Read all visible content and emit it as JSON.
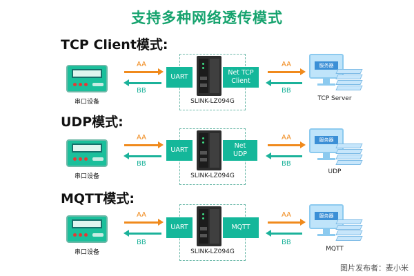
{
  "title": "支持多种网络透传模式",
  "sections": [
    {
      "mode": "TCP Client模式:",
      "device_label": "串口设备",
      "arrow_forward": "AA",
      "arrow_back": "BB",
      "left_tag": "UART",
      "gateway_label": "SLINK-LZ094G",
      "right_tag": "Net TCP Client",
      "right_arrow_forward": "AA",
      "right_arrow_back": "BB",
      "server_tag": "服务器",
      "server_label": "TCP Server"
    },
    {
      "mode": "UDP模式:",
      "device_label": "串口设备",
      "arrow_forward": "AA",
      "arrow_back": "BB",
      "left_tag": "UART",
      "gateway_label": "SLINK-LZ094G",
      "right_tag": "Net UDP",
      "right_arrow_forward": "AA",
      "right_arrow_back": "BB",
      "server_tag": "服务器",
      "server_label": "UDP"
    },
    {
      "mode": "MQTT模式:",
      "device_label": "串口设备",
      "arrow_forward": "AA",
      "arrow_back": "BB",
      "left_tag": "UART",
      "gateway_label": "SLINK-LZ094G",
      "right_tag": "MQTT",
      "right_arrow_forward": "AA",
      "right_arrow_back": "BB",
      "server_tag": "服务器",
      "server_label": "MQTT"
    }
  ],
  "footer": "图片发布者：麦小米",
  "colors": {
    "accent_green": "#16a36e",
    "arrow_orange": "#f08a1c",
    "arrow_teal": "#1bb29a",
    "server_blue": "#3b8fd6"
  }
}
